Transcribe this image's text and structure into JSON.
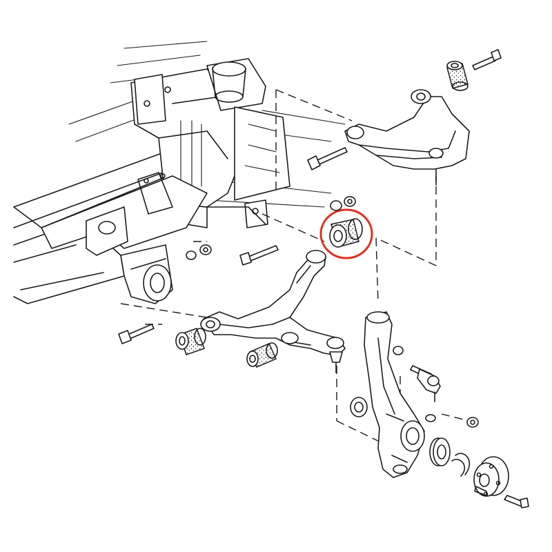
{
  "diagram": {
    "type": "exploded-parts-diagram",
    "highlight_color": "#e0301e",
    "line_color": "#1a1a1a",
    "background": "#ffffff",
    "parts": [
      "subframe",
      "upper-control-arm",
      "upper-arm-bushing",
      "lower-control-arm",
      "lower-arm-front-bushing",
      "lower-arm-rear-bushing",
      "highlighted-bushing",
      "steering-knuckle",
      "wheel-hub",
      "hub-bearing",
      "tie-rod-end",
      "bolts",
      "nuts",
      "washers"
    ],
    "highlighted_part": "highlighted-bushing"
  }
}
